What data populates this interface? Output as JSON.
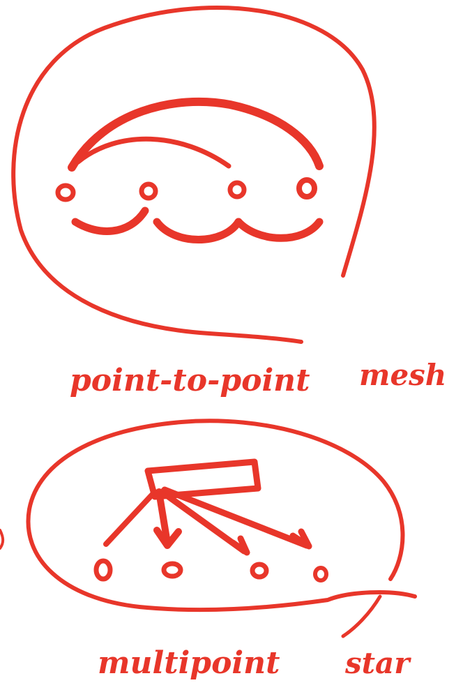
{
  "colors": {
    "ink": "#e8362a",
    "background": "#ffffff"
  },
  "labels": {
    "point_to_point": "point-to-point",
    "mesh": "mesh",
    "multipoint": "multipoint",
    "star": "star"
  }
}
